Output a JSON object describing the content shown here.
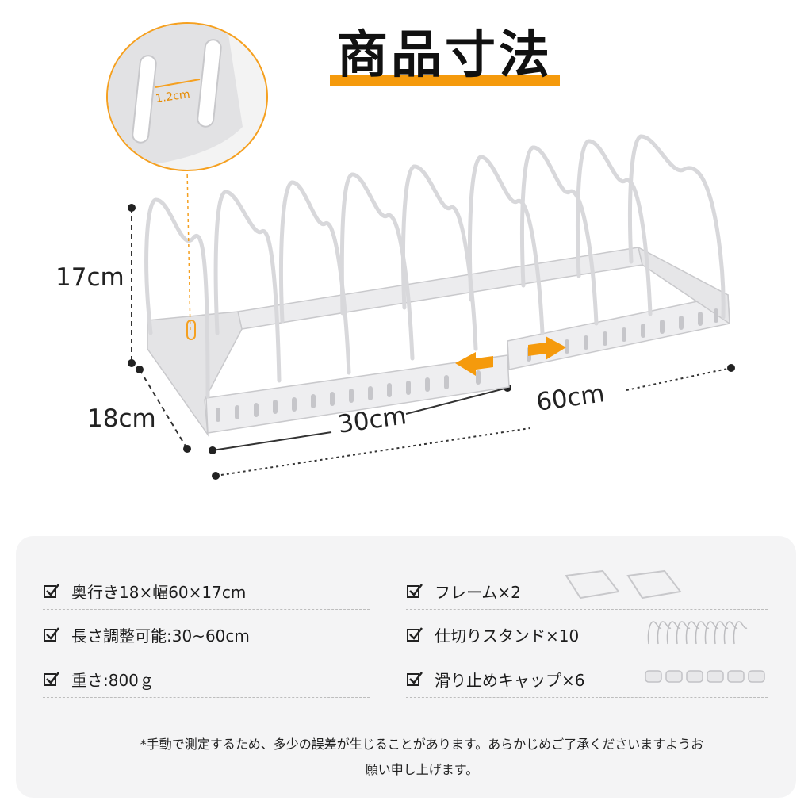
{
  "header": {
    "title": "商品寸法"
  },
  "dimensions": {
    "height": "17cm",
    "depth": "18cm",
    "width_min": "30cm",
    "width_max": "60cm",
    "slot": "1.2cm"
  },
  "specs": {
    "left": [
      {
        "text": "奥行き18×幅60×17cm"
      },
      {
        "text": "長さ調整可能:30~60cm"
      },
      {
        "text": "重さ:800ｇ"
      }
    ],
    "right": [
      {
        "text": "フレーム×2"
      },
      {
        "text": "仕切りスタンド×10"
      },
      {
        "text": "滑り止めキャップ×6"
      }
    ]
  },
  "note": {
    "line1": "*手動で測定するため、多少の誤差が生じることがあります。あらかじめご了承くださいますようお",
    "line2": "願い申し上げます。"
  },
  "colors": {
    "accent": "#f59a0c",
    "panel": "#f4f4f5",
    "frame": "#e8e8ea"
  }
}
